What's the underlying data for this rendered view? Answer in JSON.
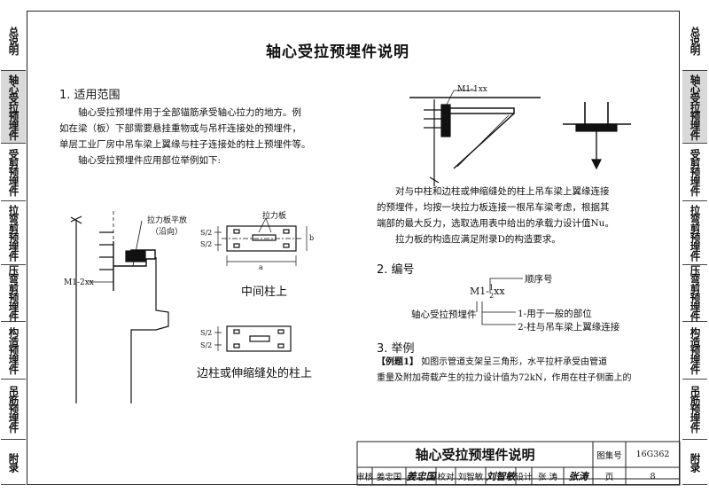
{
  "sidebar_left": {
    "tabs": [
      {
        "label": "总说明",
        "active": false
      },
      {
        "label": "轴心受拉预埋件",
        "active": true
      },
      {
        "label": "受剪预埋件",
        "active": false
      },
      {
        "label": "拉弯剪预埋件",
        "active": false
      },
      {
        "label": "压弯剪预埋件",
        "active": false
      },
      {
        "label": "构造预埋件",
        "active": false
      },
      {
        "label": "吊筋预埋件",
        "active": false
      },
      {
        "label": "附录",
        "active": false
      }
    ]
  },
  "sidebar_right": {
    "tabs": [
      {
        "label": "总说明",
        "active": false
      },
      {
        "label": "轴心受拉预埋件",
        "active": true
      },
      {
        "label": "受剪预埋件",
        "active": false
      },
      {
        "label": "拉弯剪预埋件",
        "active": false
      },
      {
        "label": "压弯剪预埋件",
        "active": false
      },
      {
        "label": "构造预埋件",
        "active": false
      },
      {
        "label": "吊筋预埋件",
        "active": false
      },
      {
        "label": "附录",
        "active": false
      }
    ]
  },
  "page": {
    "title": "轴心受拉预埋件说明",
    "section1": {
      "heading": "1. 适用范围",
      "para1": [
        "轴心受拉预埋件用于全部锚筋承受轴心拉力的地方。例",
        "如在梁（板）下部需要悬挂重物或与吊杆连接处的预埋件，",
        "单层工业厂房中吊车梁上翼缘与柱子连接处的柱上预埋件等。"
      ],
      "para2": "轴心受拉预埋件应用部位举例如下:"
    },
    "figure_left": {
      "label_plate": "拉力板平放",
      "label_dir": "（沿向）",
      "label_embed": "M1-2xx",
      "label_pulling_plate": "拉力板",
      "dim_s2": "S/2",
      "dim_a": "a",
      "dim_b": "b",
      "caption_mid": "中间柱上",
      "caption_edge": "边柱或伸缩缝处的柱上"
    },
    "figure_top_right": {
      "label_embed": "M1-1xx"
    },
    "right_text": {
      "para": [
        "对与中柱和边柱或伸缩缝处的柱上吊车梁上翼缘连接",
        "的预埋件，均按一块拉力板连接一根吊车梁考虑，根据其",
        "端部的最大反力，选取选用表中给出的承载力设计值Nu。"
      ],
      "para2": "拉力板的构造应满足附录D的构造要求。"
    },
    "section2": {
      "heading": "2. 编号",
      "code": "M1-",
      "code_sup": "1",
      "code_sub": "2",
      "code_tail": "xx",
      "seq_label": "顺序号",
      "name_label": "轴心受拉预埋件",
      "opt1": "1-用于一般的部位",
      "opt2": "2-柱与吊车梁上翼缘连接"
    },
    "section3": {
      "heading": "3. 举例",
      "example_tag": "【例题1】",
      "example_line1": "如图示管道支架呈三角形，水平拉杆承受由管道",
      "example_line2": "重量及附加荷载产生的拉力设计值为72kN，作用在柱子侧面上的"
    }
  },
  "title_block": {
    "title": "轴心受拉预埋件说明",
    "atlas_label": "图集号",
    "atlas_no": "16G362",
    "review_label": "审核",
    "review_name": "姜忠国",
    "review_sig": "姜忠国",
    "check_label": "校对",
    "check_name": "刘智敏",
    "check_sig": "刘智敏",
    "design_label": "设计",
    "design_name": "张 涛",
    "design_sig": "张涛",
    "page_label": "页",
    "page_no": "8"
  }
}
